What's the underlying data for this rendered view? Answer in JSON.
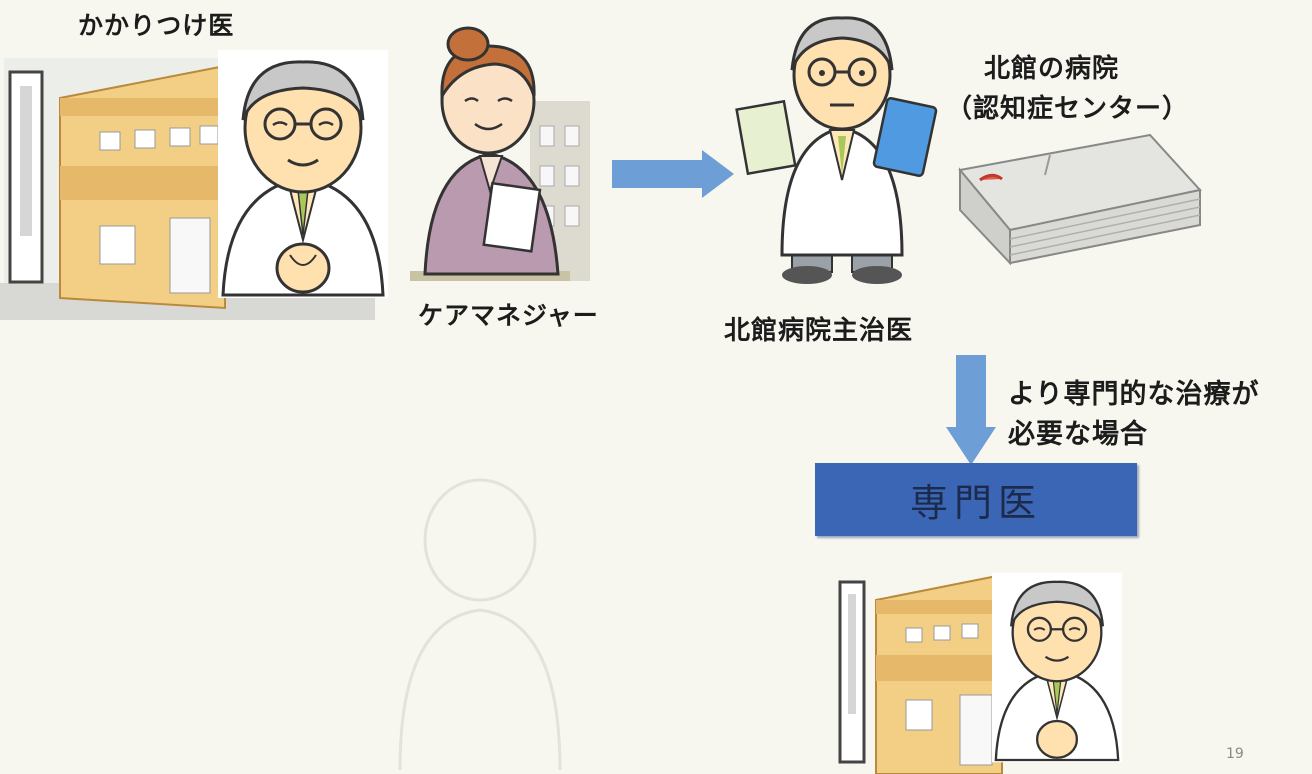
{
  "labels": {
    "kakaritsuke": "かかりつけ医",
    "care_manager": "ケアマネジャー",
    "kitakan_doctor": "北館病院主治医",
    "hospital_line1": "北館の病院",
    "hospital_line2": "（認知症センター）",
    "condition_line1": "より専門的な治療が",
    "condition_line2": "必要な場合",
    "specialist": "専門医",
    "page_number": "19"
  },
  "icons": {
    "clinic": "clinic-building-icon",
    "doctor": "doctor-icon",
    "care_manager": "care-manager-icon",
    "hospital": "hospital-building-icon",
    "arrow_right": "arrow-right-icon",
    "arrow_down": "arrow-down-icon"
  },
  "colors": {
    "arrow": "#6d9fd6",
    "specialist_box": "#3a66b5",
    "clinic_wall": "#f2cf84",
    "coat": "#ffffff"
  }
}
